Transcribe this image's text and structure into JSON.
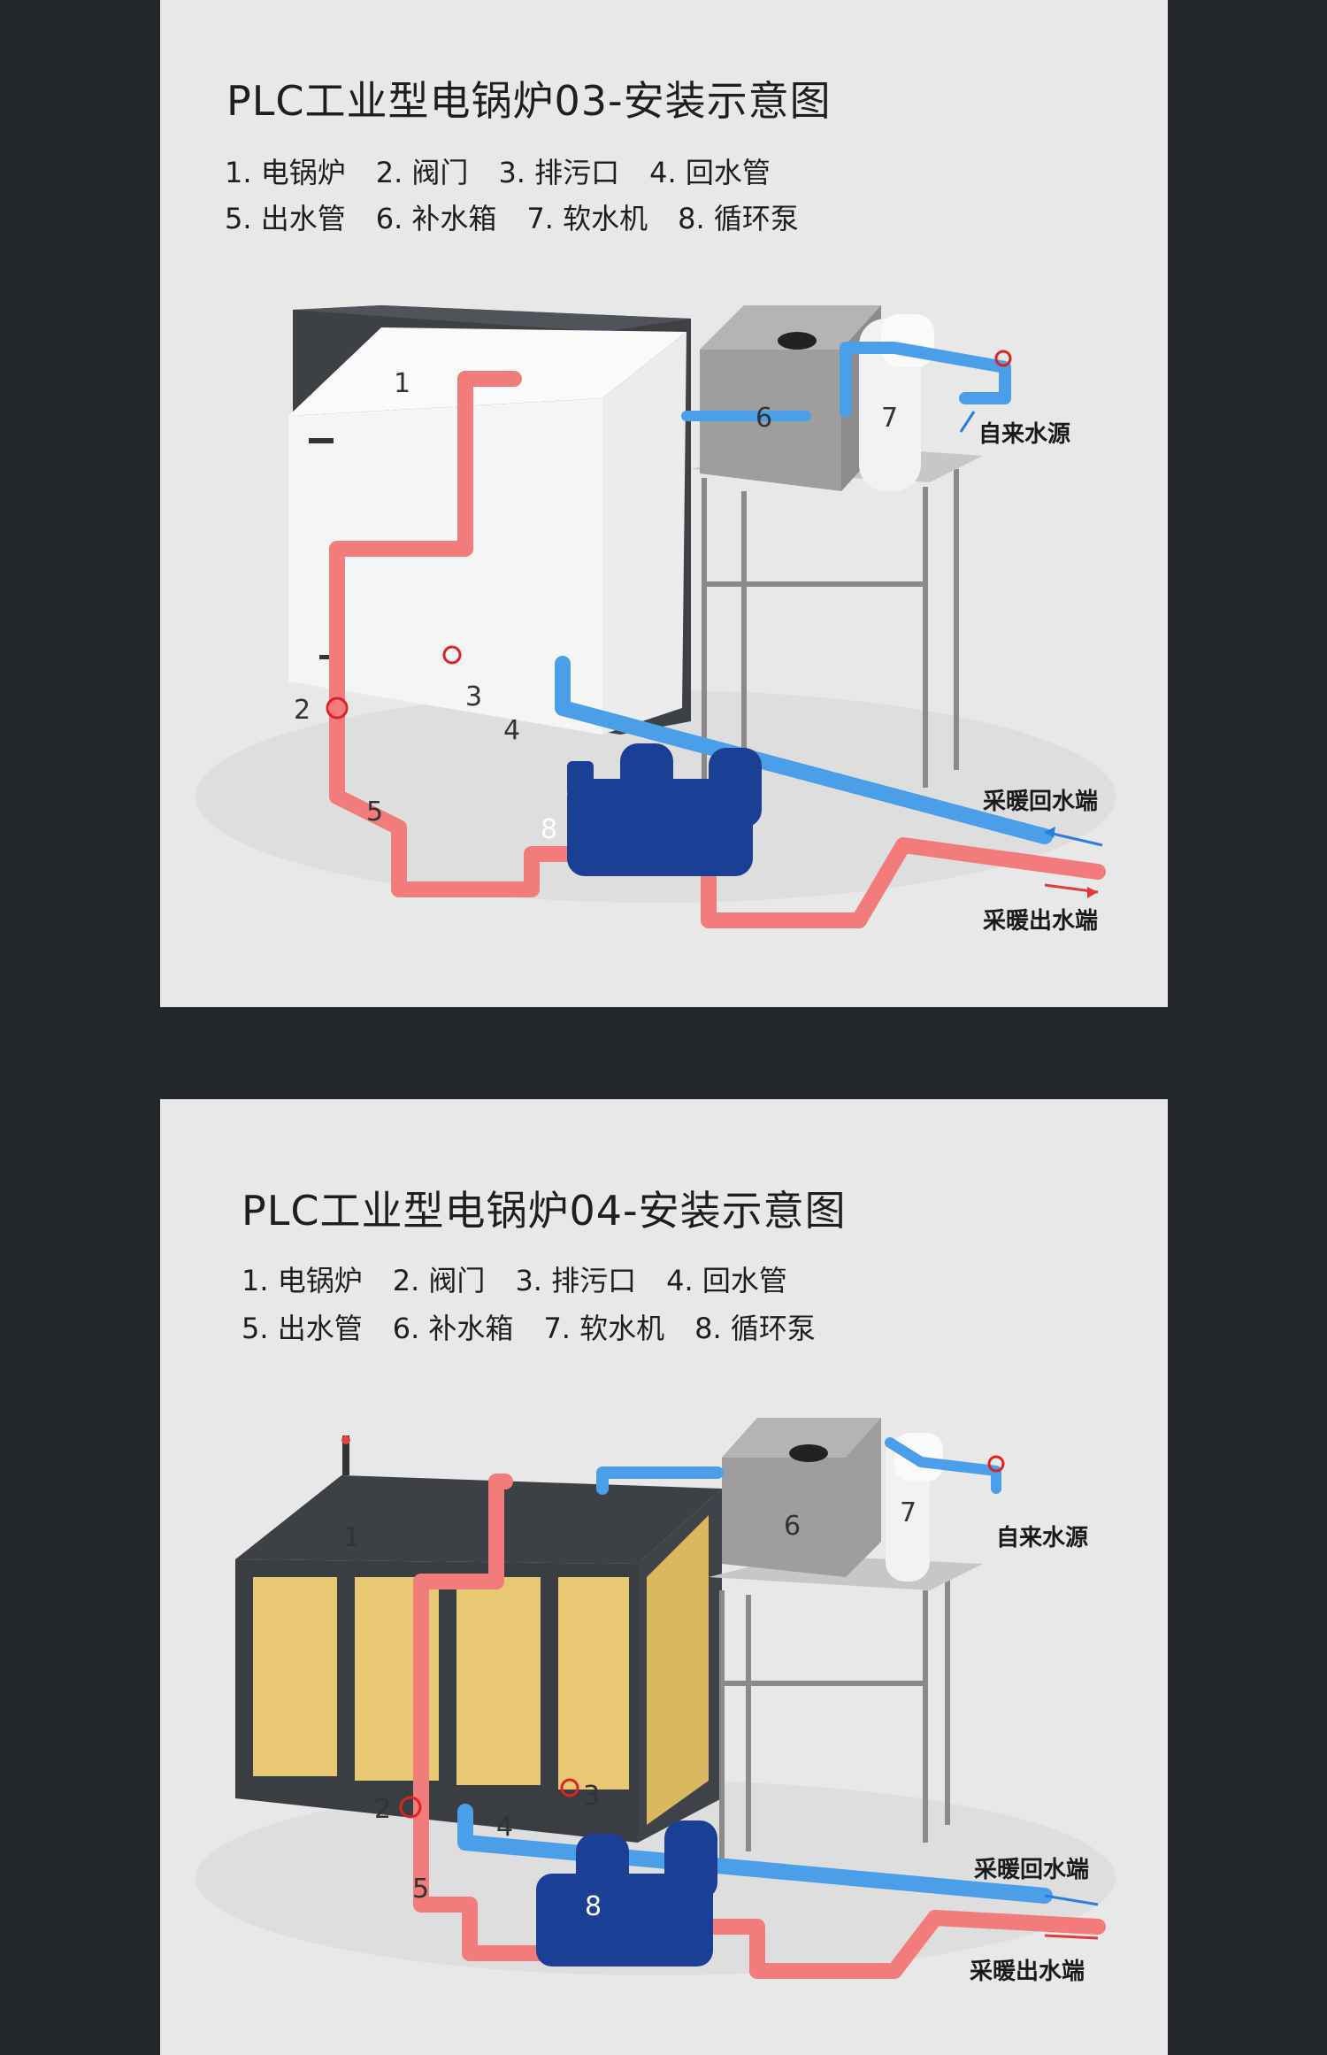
{
  "panels": [
    {
      "title": "PLC工业型电锅炉03-安装示意图",
      "legend_row1": [
        "1. 电锅炉",
        "2. 阀门",
        "3. 排污口",
        "4. 回水管"
      ],
      "legend_row2": [
        "5. 出水管",
        "6. 补水箱",
        "7. 软水机",
        "8. 循环泵"
      ],
      "callouts": [
        "1",
        "2",
        "3",
        "4",
        "5",
        "6",
        "7",
        "8"
      ],
      "labels": {
        "tap_water": "自来水源",
        "heating_return": "采暖回水端",
        "heating_supply": "采暖出水端"
      }
    },
    {
      "title": "PLC工业型电锅炉04-安装示意图",
      "legend_row1": [
        "1. 电锅炉",
        "2. 阀门",
        "3. 排污口",
        "4. 回水管"
      ],
      "legend_row2": [
        "5. 出水管",
        "6. 补水箱",
        "7. 软水机",
        "8. 循环泵"
      ],
      "callouts": [
        "1",
        "2",
        "3",
        "4",
        "5",
        "6",
        "7",
        "8"
      ],
      "labels": {
        "tap_water": "自来水源",
        "heating_return": "采暖回水端",
        "heating_supply": "采暖出水端"
      }
    }
  ],
  "colors": {
    "hot_pipe": "#f27b7b",
    "cold_pipe": "#4a9fe8",
    "pump": "#1c3f96",
    "background": "#23272b",
    "panel": "#e8e8e8"
  }
}
